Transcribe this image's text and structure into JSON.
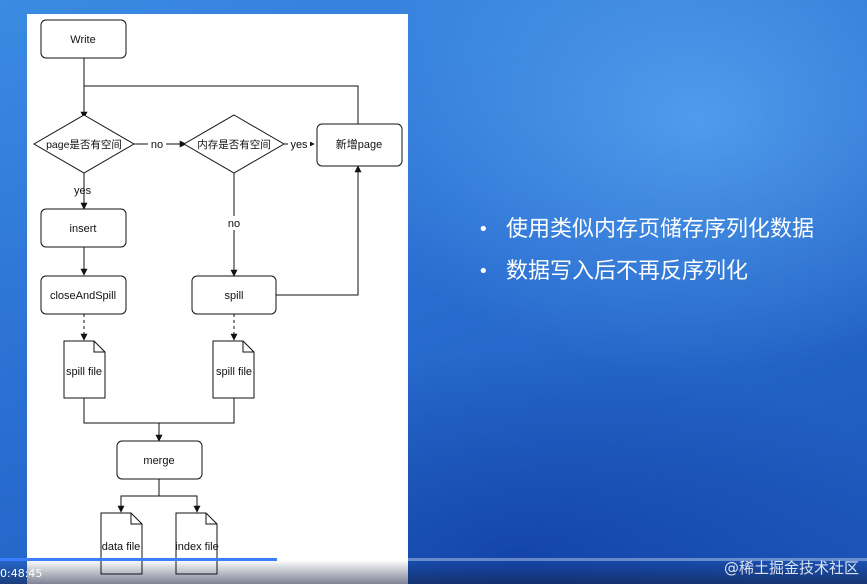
{
  "diagram": {
    "nodes": {
      "write": "Write",
      "page_check": "page是否有空间",
      "mem_check": "内存是否有空间",
      "new_page": "新增page",
      "insert": "insert",
      "close_spill": "closeAndSpill",
      "spill": "spill",
      "spill_file_left": "spill file",
      "spill_file_right": "spill file",
      "merge": "merge",
      "data_file": "data file",
      "index_file": "index file"
    },
    "edges": {
      "no": "no",
      "yes_right": "yes",
      "yes_down": "yes",
      "no_down": "no"
    }
  },
  "bullets": [
    "使用类似内存页储存序列化数据",
    "数据写入后不再反序列化"
  ],
  "watermark": "@稀土掘金技术社区",
  "player": {
    "progress": 0.32,
    "time": "0:48:45"
  }
}
